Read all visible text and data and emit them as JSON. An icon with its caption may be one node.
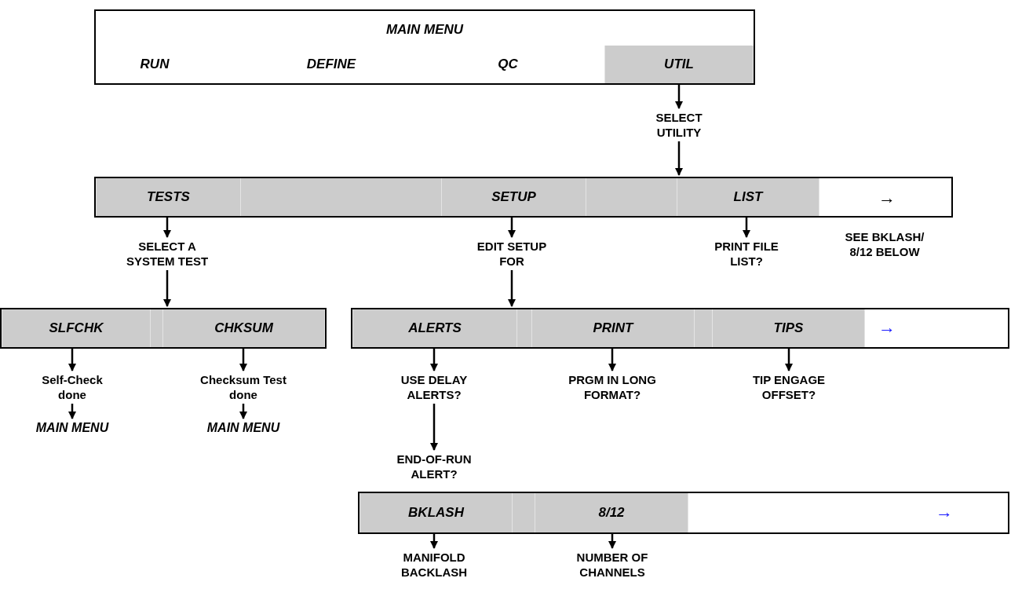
{
  "diagram": {
    "nodes": [
      {
        "text": [
          "MAIN MENU"
        ]
      },
      {
        "text": [
          "RUN"
        ],
        "in": 0
      },
      {
        "text": [
          "DEFINE"
        ],
        "in": 0
      },
      {
        "text": [
          "QC"
        ],
        "in": 0
      },
      {
        "text": [
          "UTIL"
        ],
        "in": 0
      },
      {
        "text": [
          "SELECT UTILITY"
        ]
      },
      {
        "text": [],
        "shape": "box"
      },
      {
        "text": [
          "TESTS"
        ],
        "in": 6
      },
      {
        "text": [
          "SETUP"
        ],
        "in": 6
      },
      {
        "text": [
          "LIST"
        ],
        "in": 6
      },
      {
        "text": [
          "SELECT A SYSTEM TEST"
        ]
      },
      {
        "text": [
          "EDIT SETUP FOR"
        ]
      },
      {
        "text": [
          "PRINT FILE LIST?"
        ]
      },
      {
        "text": [],
        "shape": "box"
      },
      {
        "text": [
          "SLFCHK"
        ],
        "in": 13
      },
      {
        "text": [
          "CHKSUM"
        ],
        "in": 13
      },
      {
        "text": [],
        "shape": "box"
      },
      {
        "text": [
          "ALERTS"
        ],
        "in": 16
      },
      {
        "text": [
          "PRINT"
        ],
        "in": 16
      },
      {
        "text": [
          "TIPS"
        ],
        "in": 16
      },
      {
        "text": [
          "Self-Check done"
        ]
      },
      {
        "text": [
          "Checksum Test done"
        ]
      },
      {
        "text": [
          "MAIN MENU"
        ]
      },
      {
        "text": [
          "MAIN MENU"
        ]
      },
      {
        "text": [
          "USE DELAY ALERTS?"
        ]
      },
      {
        "text": [
          "PRGM IN LONG FORMAT?"
        ]
      },
      {
        "text": [
          "TIP ENGAGE OFFSET?"
        ]
      },
      {
        "text": [
          "END-OF-RUN ALERT?"
        ]
      },
      {
        "text": [],
        "shape": "box"
      },
      {
        "text": [
          "BKLASH"
        ],
        "in": 28
      },
      {
        "text": [
          "8/12"
        ],
        "in": 28
      },
      {
        "text": [
          "MANIFOLD BACKLASH"
        ]
      },
      {
        "text": [
          "NUMBER OF CHANNELS"
        ]
      }
    ],
    "edges": [
      {
        "from": 4,
        "to": 5,
        "arrow": "to"
      },
      {
        "from": 5,
        "to": 6,
        "arrow": "to"
      },
      {
        "from": 7,
        "to": 10,
        "arrow": "to"
      },
      {
        "from": 10,
        "to": 13,
        "arrow": "to"
      },
      {
        "from": 8,
        "to": 11,
        "arrow": "to"
      },
      {
        "from": 11,
        "to": 16,
        "arrow": "to"
      },
      {
        "from": 9,
        "to": 12,
        "arrow": "to"
      },
      {
        "from": 14,
        "to": 20,
        "arrow": "to"
      },
      {
        "from": 20,
        "to": 22,
        "arrow": "to"
      },
      {
        "from": 15,
        "to": 21,
        "arrow": "to"
      },
      {
        "from": 21,
        "to": 23,
        "arrow": "to"
      },
      {
        "from": 17,
        "to": 24,
        "arrow": "to"
      },
      {
        "from": 24,
        "to": 27,
        "arrow": "to"
      },
      {
        "from": 18,
        "to": 25,
        "arrow": "to"
      },
      {
        "from": 19,
        "to": 26,
        "arrow": "to"
      },
      {
        "from": 29,
        "to": 31,
        "arrow": "to"
      },
      {
        "from": 30,
        "to": 32,
        "arrow": "to"
      }
    ],
    "labels": [
      "→",
      "SEE BKLASH/ 8/12 BELOW",
      "→",
      "→"
    ]
  }
}
